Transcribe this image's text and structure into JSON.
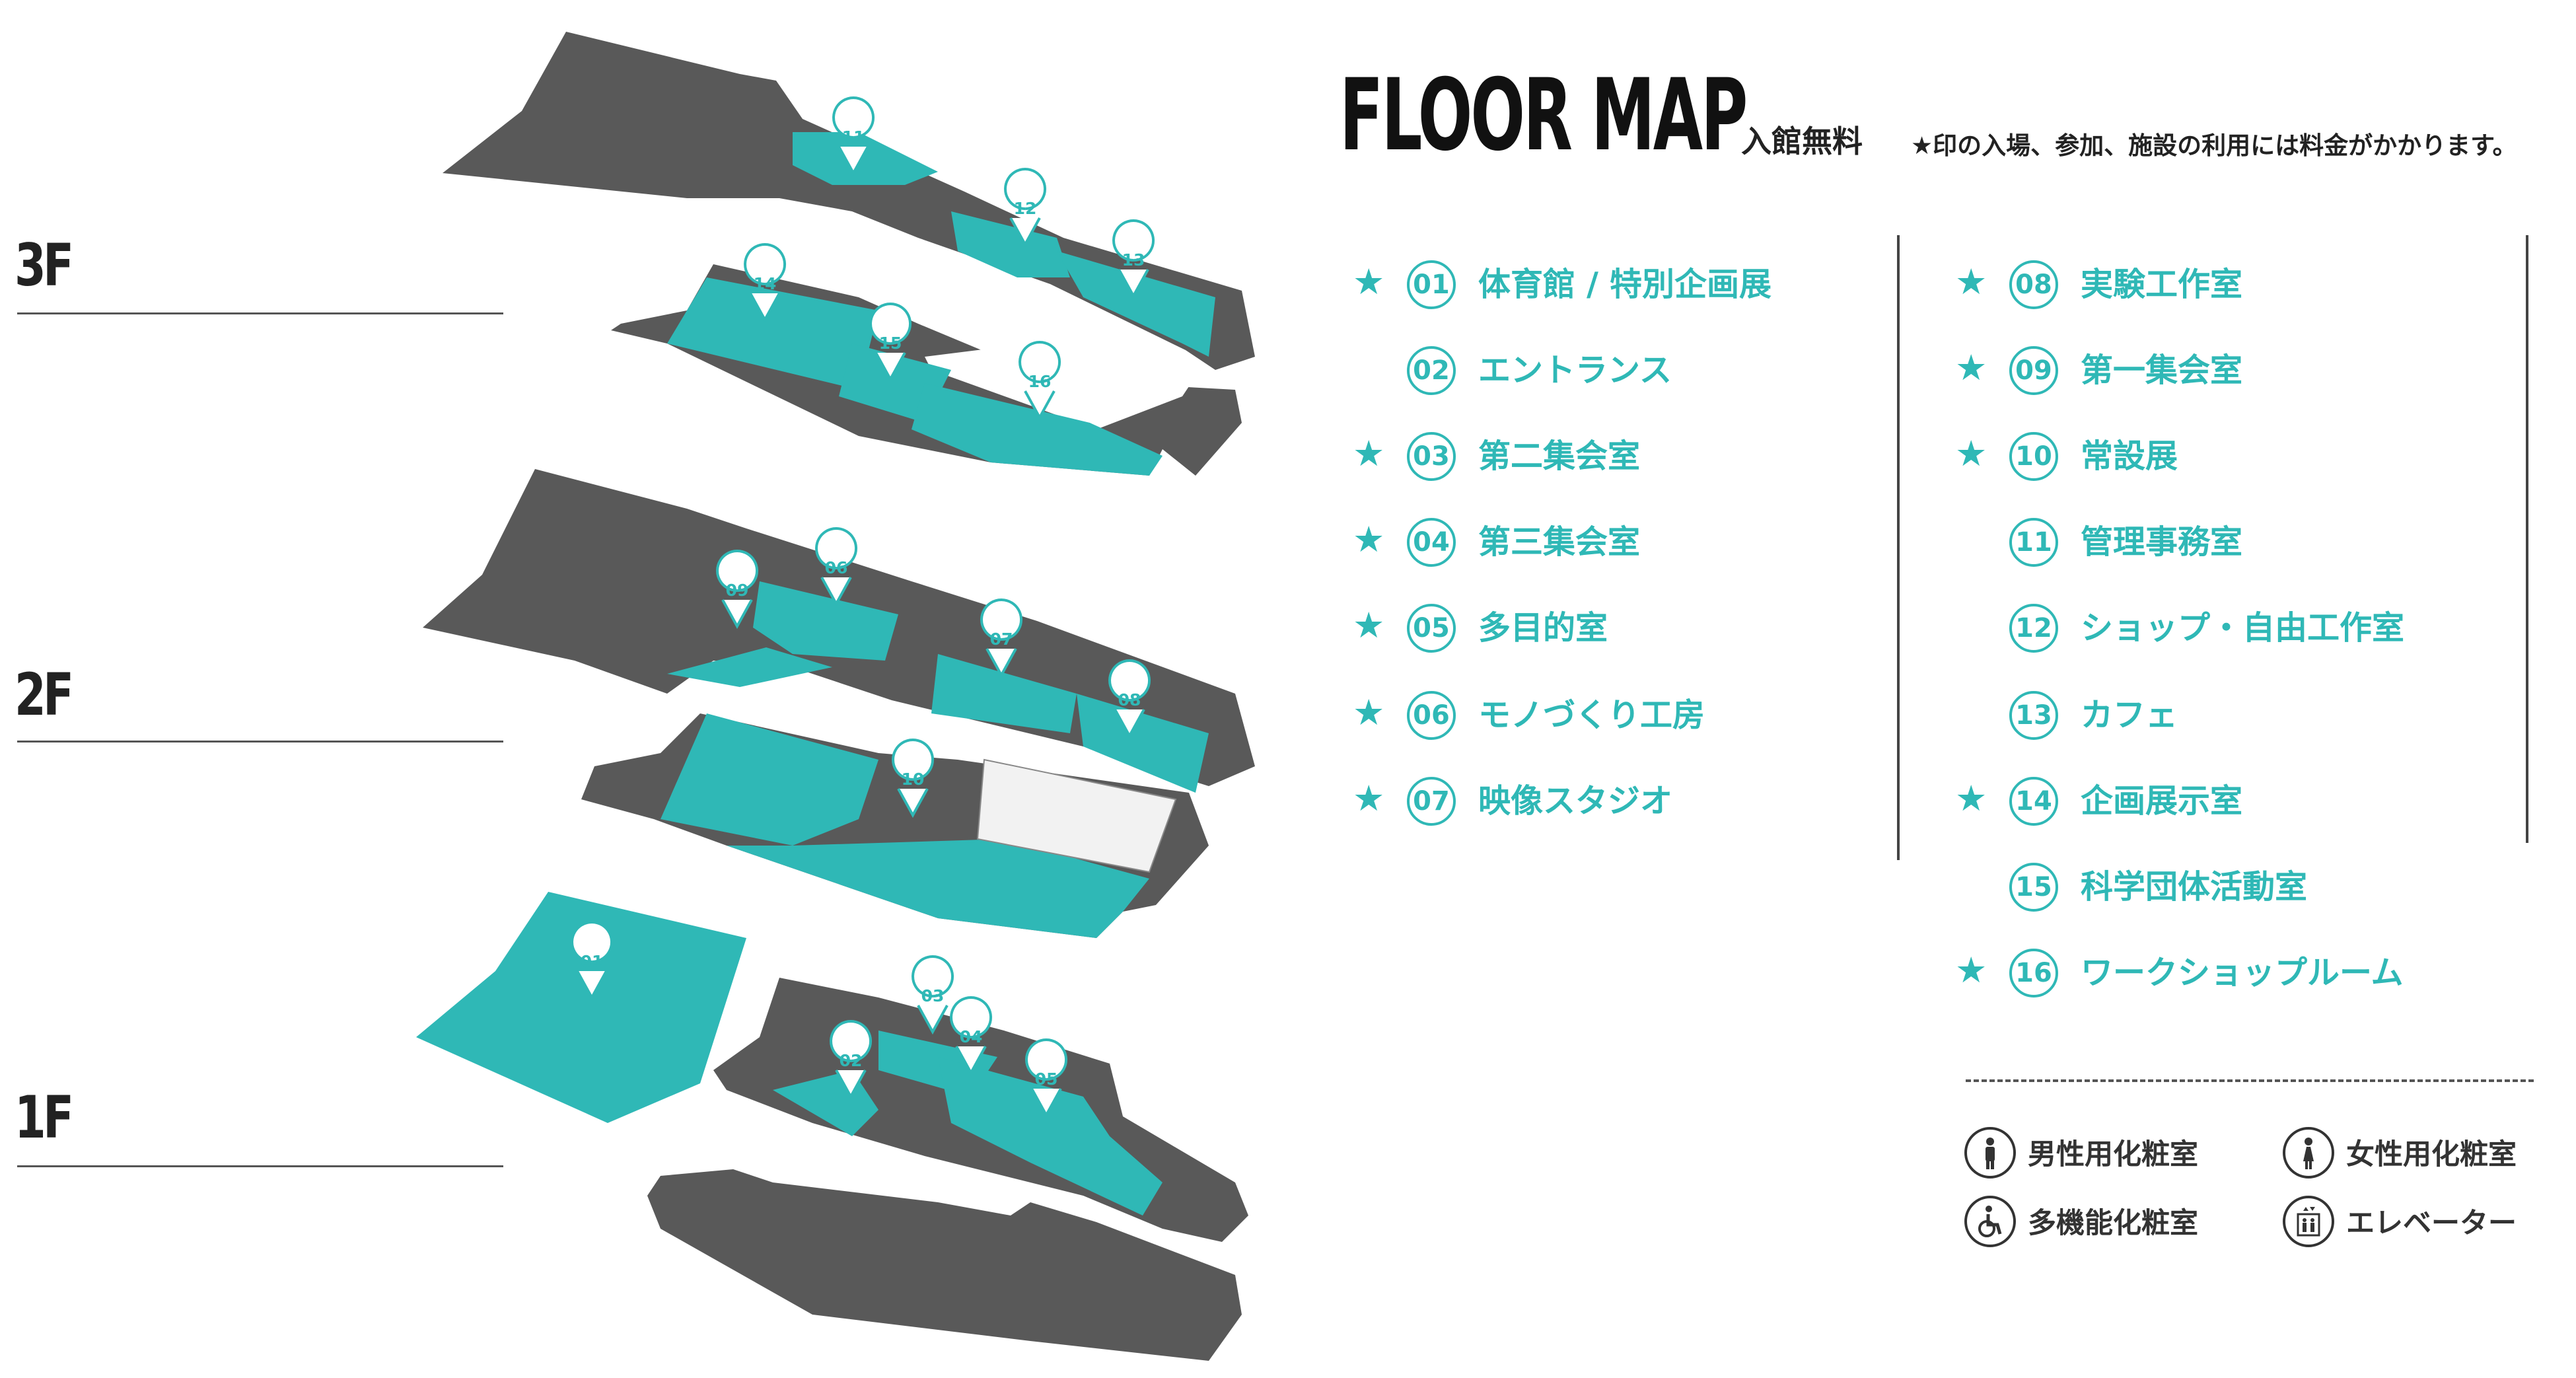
{
  "header": {
    "title": "FLOOR MAP",
    "admission": "入館無料",
    "note": "★印の入場、参加、施設の利用には料金がかかります。"
  },
  "floors": [
    {
      "label": "3F"
    },
    {
      "label": "2F"
    },
    {
      "label": "1F"
    }
  ],
  "colors": {
    "accent": "#2fb8b6",
    "building": "#595959",
    "text": "#333333"
  },
  "star_symbol": "★",
  "legend": {
    "left_column": [
      {
        "number": "01",
        "name": "体育館 / 特別企画展",
        "starred": true
      },
      {
        "number": "02",
        "name": "エントランス",
        "starred": false
      },
      {
        "number": "03",
        "name": "第二集会室",
        "starred": true
      },
      {
        "number": "04",
        "name": "第三集会室",
        "starred": true
      },
      {
        "number": "05",
        "name": "多目的室",
        "starred": true
      },
      {
        "number": "06",
        "name": "モノづくり工房",
        "starred": true
      },
      {
        "number": "07",
        "name": "映像スタジオ",
        "starred": true
      }
    ],
    "right_column": [
      {
        "number": "08",
        "name": "実験工作室",
        "starred": true
      },
      {
        "number": "09",
        "name": "第一集会室",
        "starred": true
      },
      {
        "number": "10",
        "name": "常設展",
        "starred": true
      },
      {
        "number": "11",
        "name": "管理事務室",
        "starred": false
      },
      {
        "number": "12",
        "name": "ショップ・自由工作室",
        "starred": false
      },
      {
        "number": "13",
        "name": "カフェ",
        "starred": false
      },
      {
        "number": "14",
        "name": "企画展示室",
        "starred": true
      },
      {
        "number": "15",
        "name": "科学団体活動室",
        "starred": false
      },
      {
        "number": "16",
        "name": "ワークショップルーム",
        "starred": true
      }
    ]
  },
  "facilities": [
    {
      "icon": "mens-restroom-icon",
      "label": "男性用化粧室"
    },
    {
      "icon": "womens-restroom-icon",
      "label": "女性用化粧室"
    },
    {
      "icon": "accessible-restroom-icon",
      "label": "多機能化粧室"
    },
    {
      "icon": "elevator-icon",
      "label": "エレベーター"
    }
  ],
  "map_markers": [
    {
      "label": "11"
    },
    {
      "label": "12"
    },
    {
      "label": "13"
    },
    {
      "label": "14"
    },
    {
      "label": "15"
    },
    {
      "label": "16"
    },
    {
      "label": "09"
    },
    {
      "label": "06"
    },
    {
      "label": "07"
    },
    {
      "label": "08"
    },
    {
      "label": "10"
    },
    {
      "label": "01"
    },
    {
      "label": "03"
    },
    {
      "label": "04"
    },
    {
      "label": "02"
    },
    {
      "label": "05"
    }
  ]
}
